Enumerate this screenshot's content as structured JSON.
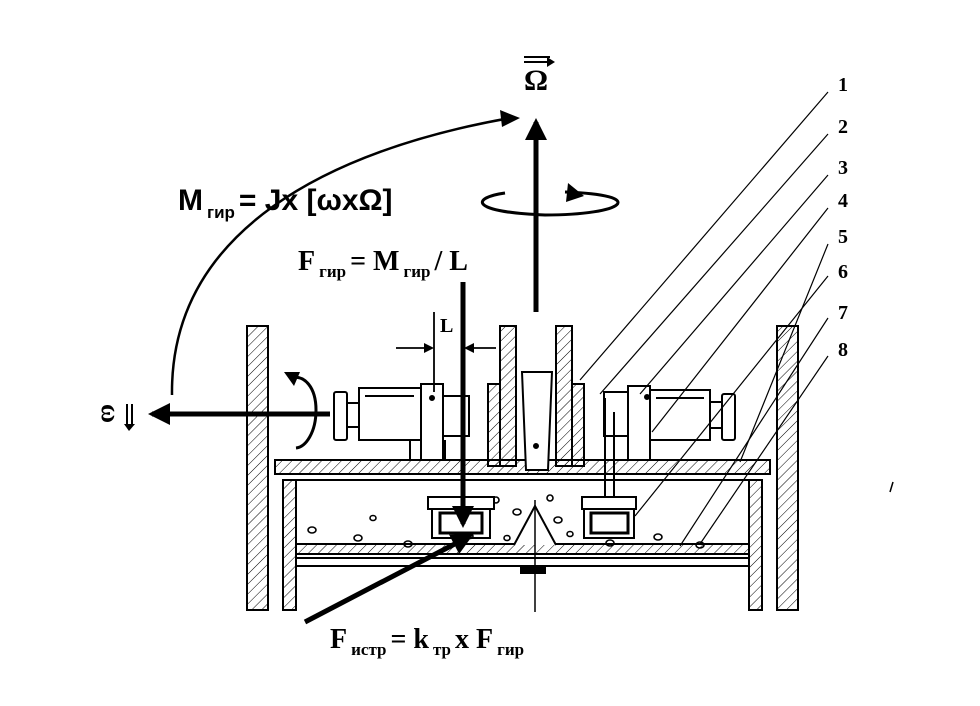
{
  "labels": {
    "omega_big": "Ω",
    "omega_small": "ω",
    "moment_main": "M",
    "moment_sub": "гир",
    "moment_rest": "= Jx [ωxΩ]",
    "force_main": "F",
    "force_sub": "гир",
    "force_mid": " = M",
    "force_sub2": "гир",
    "force_rest": "/ L",
    "length": "L",
    "friction_main": "F",
    "friction_sub": "истр",
    "friction_mid": " = k",
    "friction_sub2": "тр",
    "friction_rest": "x  F",
    "friction_sub3": "гир",
    "callouts": [
      "1",
      "2",
      "3",
      "4",
      "5",
      "6",
      "7",
      "8"
    ]
  },
  "colors": {
    "ink": "#000000",
    "paper": "#ffffff"
  }
}
